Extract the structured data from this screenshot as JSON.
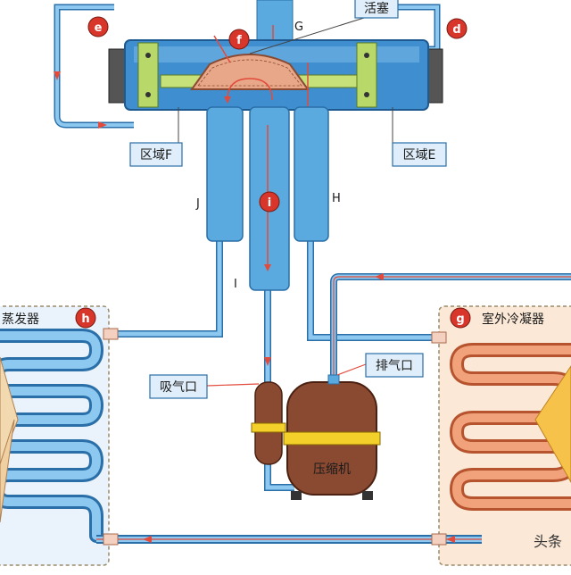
{
  "labels": {
    "piston": "活塞",
    "zone_f": "区域F",
    "zone_e": "区域E",
    "suction_port": "吸气口",
    "discharge_port": "排气口",
    "compressor": "压缩机",
    "evaporator": "蒸发器",
    "condenser": "室外冷凝器",
    "watermark": "头条"
  },
  "badges": {
    "e": "e",
    "f": "f",
    "d": "d",
    "i": "i",
    "h": "h",
    "g": "g"
  },
  "pipe_letters": {
    "G": "G",
    "J": "J",
    "H": "H",
    "I": "I"
  },
  "colors": {
    "pipe_blue": "#5aa9df",
    "pipe_blue_dark": "#2a6fa8",
    "hot_red": "#e24b3b",
    "valve_body": "#3f8fd0",
    "piston_fill": "#e8a788",
    "compressor": "#8a4a32",
    "band": "#f4d02a",
    "evap_panel": "#eaf3fb",
    "cond_panel": "#fbe8d6",
    "badge": "#d9362b"
  }
}
